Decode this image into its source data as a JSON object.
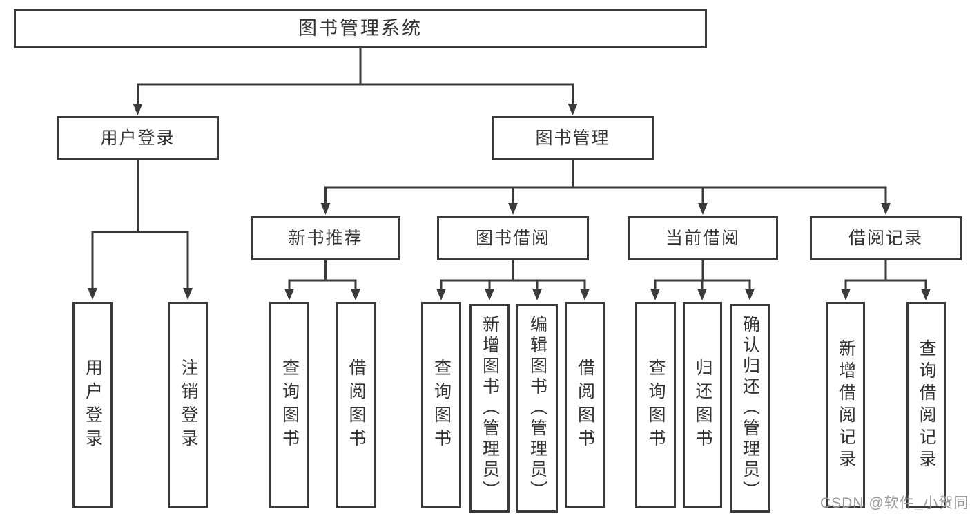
{
  "diagram": {
    "root": {
      "label": "图书管理系统",
      "children": [
        {
          "label": "用户登录",
          "children": [
            {
              "label": "用户登录"
            },
            {
              "label": "注销登录"
            }
          ]
        },
        {
          "label": "图书管理",
          "children": [
            {
              "label": "新书推荐",
              "children": [
                {
                  "label": "查询图书"
                },
                {
                  "label": "借阅图书"
                }
              ]
            },
            {
              "label": "图书借阅",
              "children": [
                {
                  "label": "查询图书"
                },
                {
                  "label": "新增图书（管理员）"
                },
                {
                  "label": "编辑图书（管理员）"
                },
                {
                  "label": "借阅图书"
                }
              ]
            },
            {
              "label": "当前借阅",
              "children": [
                {
                  "label": "查询图书"
                },
                {
                  "label": "归还图书"
                },
                {
                  "label": "确认归还（管理员）"
                }
              ]
            },
            {
              "label": "借阅记录",
              "children": [
                {
                  "label": "新增借阅记录"
                },
                {
                  "label": "查询借阅记录"
                }
              ]
            }
          ]
        }
      ]
    },
    "colors": {
      "line": "#3a3a3a",
      "text": "#333333",
      "watermark_text": "#999999",
      "background": "#ffffff"
    }
  },
  "watermark": {
    "text": "CSDN @软件_小贺同学"
  }
}
